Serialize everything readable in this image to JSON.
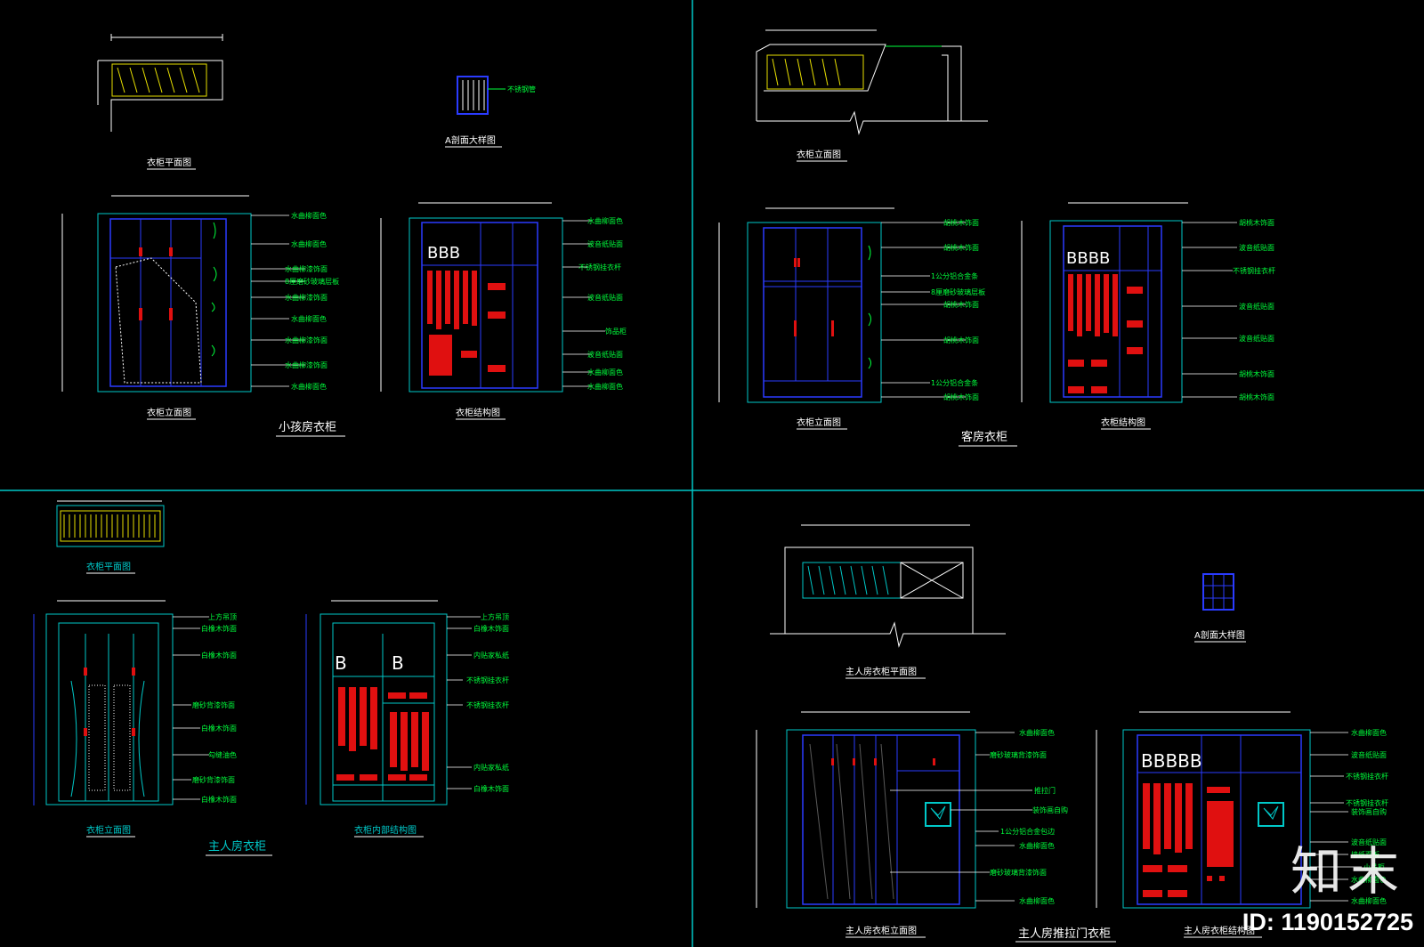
{
  "colors": {
    "background": "#000000",
    "frame": "#00c8c8",
    "outline": "#2a3bff",
    "annotation": "#00ff3c",
    "accent_red": "#e01010",
    "yellow": "#e8e000",
    "white": "#ffffff"
  },
  "panels": {
    "top_left": {
      "title": "小孩房衣柜",
      "captions": {
        "plan": "衣柜平面图",
        "detail": "A剖面大样图",
        "elevation": "衣柜立面图",
        "structure": "衣柜结构图"
      },
      "detail_label": "不锈钢管",
      "elevation_labels": [
        "水曲柳面色",
        "水曲柳面色",
        "水曲柳漆饰面",
        "8厘磨砂玻璃层板",
        "水曲柳漆饰面",
        "水曲柳面色",
        "水曲柳漆饰面",
        "水曲柳漆饰面",
        "水曲柳面色"
      ],
      "structure_labels": [
        "水曲柳面色",
        "波音纸贴面",
        "不锈钢挂衣杆",
        "波音纸贴面",
        "饰品柜",
        "波音纸贴面",
        "水曲柳面色",
        "水曲柳面色"
      ]
    },
    "top_right": {
      "title": "客房衣柜",
      "captions": {
        "plan": "衣柜立面图",
        "elevation": "衣柜立面图",
        "structure": "衣柜结构图"
      },
      "elevation_labels": [
        "胡桃木饰面",
        "胡桃木饰面",
        "1公分铝合金条",
        "8厘磨砂玻璃层板",
        "胡桃木饰面",
        "胡桃木饰面",
        "1公分铝合金条",
        "胡桃木饰面"
      ],
      "structure_labels": [
        "胡桃木饰面",
        "波音纸贴面",
        "不锈钢挂衣杆",
        "波音纸贴面",
        "波音纸贴面",
        "胡桃木饰面",
        "胡桃木饰面"
      ]
    },
    "bottom_left": {
      "title": "主人房衣柜",
      "captions": {
        "plan": "衣柜平面图",
        "elevation": "衣柜立面图",
        "structure": "衣柜内部结构图"
      },
      "elevation_labels": [
        "上方吊顶",
        "白橡木饰面",
        "白橡木饰面",
        "磨砂背漆饰面",
        "白橡木饰面",
        "勾缝油色",
        "磨砂背漆饰面",
        "白橡木饰面"
      ],
      "structure_labels": [
        "上方吊顶",
        "白橡木饰面",
        "内贴家私纸",
        "不锈钢挂衣杆",
        "不锈钢挂衣杆",
        "内贴家私纸",
        "白橡木饰面"
      ]
    },
    "bottom_right": {
      "title": "主人房推拉门衣柜",
      "captions": {
        "plan": "主人房衣柜平面图",
        "detail": "A剖面大样图",
        "elevation": "主人房衣柜立面图",
        "structure": "主人房衣柜结构图"
      },
      "elevation_labels": [
        "水曲柳面色",
        "磨砂玻璃背漆饰面",
        "推拉门",
        "装饰画自购",
        "1公分铝合金包边",
        "水曲柳面色",
        "磨砂玻璃背漆饰面",
        "水曲柳面色"
      ],
      "structure_labels": [
        "水曲柳面色",
        "波音纸贴面",
        "不锈钢挂衣杆",
        "不锈钢挂衣杆",
        "装饰画自购",
        "波音纸贴面",
        "墙纸面板",
        "小品柜",
        "水曲柳面色",
        "水曲柳面色"
      ]
    }
  },
  "watermark": {
    "brand": "知末",
    "id": "ID: 1190152725"
  }
}
